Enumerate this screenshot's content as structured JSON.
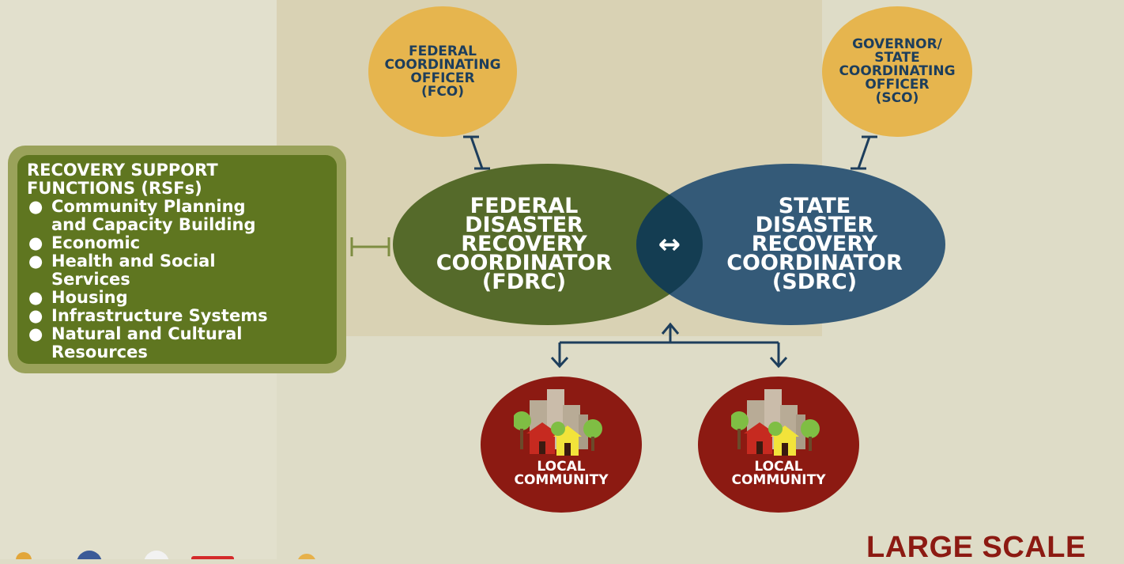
{
  "fco": {
    "label": "FEDERAL\nCOORDINATING\nOFFICER\n(FCO)"
  },
  "sco": {
    "label": "GOVERNOR/\nSTATE\nCOORDINATING\nOFFICER\n(SCO)"
  },
  "rsf": {
    "title": "RECOVERY SUPPORT\nFUNCTIONS (RSFs)",
    "items": [
      "Community Planning\nand Capacity Building",
      "Economic",
      "Health and Social\nServices",
      "Housing",
      "Infrastructure Systems",
      "Natural and Cultural\nResources"
    ]
  },
  "fdrc": {
    "label": "FEDERAL\nDISASTER\nRECOVERY\nCOORDINATOR\n(FDRC)"
  },
  "sdrc": {
    "label": "STATE\nDISASTER\nRECOVERY\nCOORDINATOR\n(SDRC)"
  },
  "arrow_symbol": "↔",
  "local_communities": [
    {
      "label": "LOCAL\nCOMMUNITY"
    },
    {
      "label": "LOCAL\nCOMMUNITY"
    }
  ],
  "footer": {
    "scale_label": "LARGE SCALE"
  },
  "colors": {
    "gold": "#e6b54e",
    "olive": "#556a2a",
    "blue": "#345a78",
    "red": "#8c1a12",
    "navy": "#1d3e5c"
  }
}
